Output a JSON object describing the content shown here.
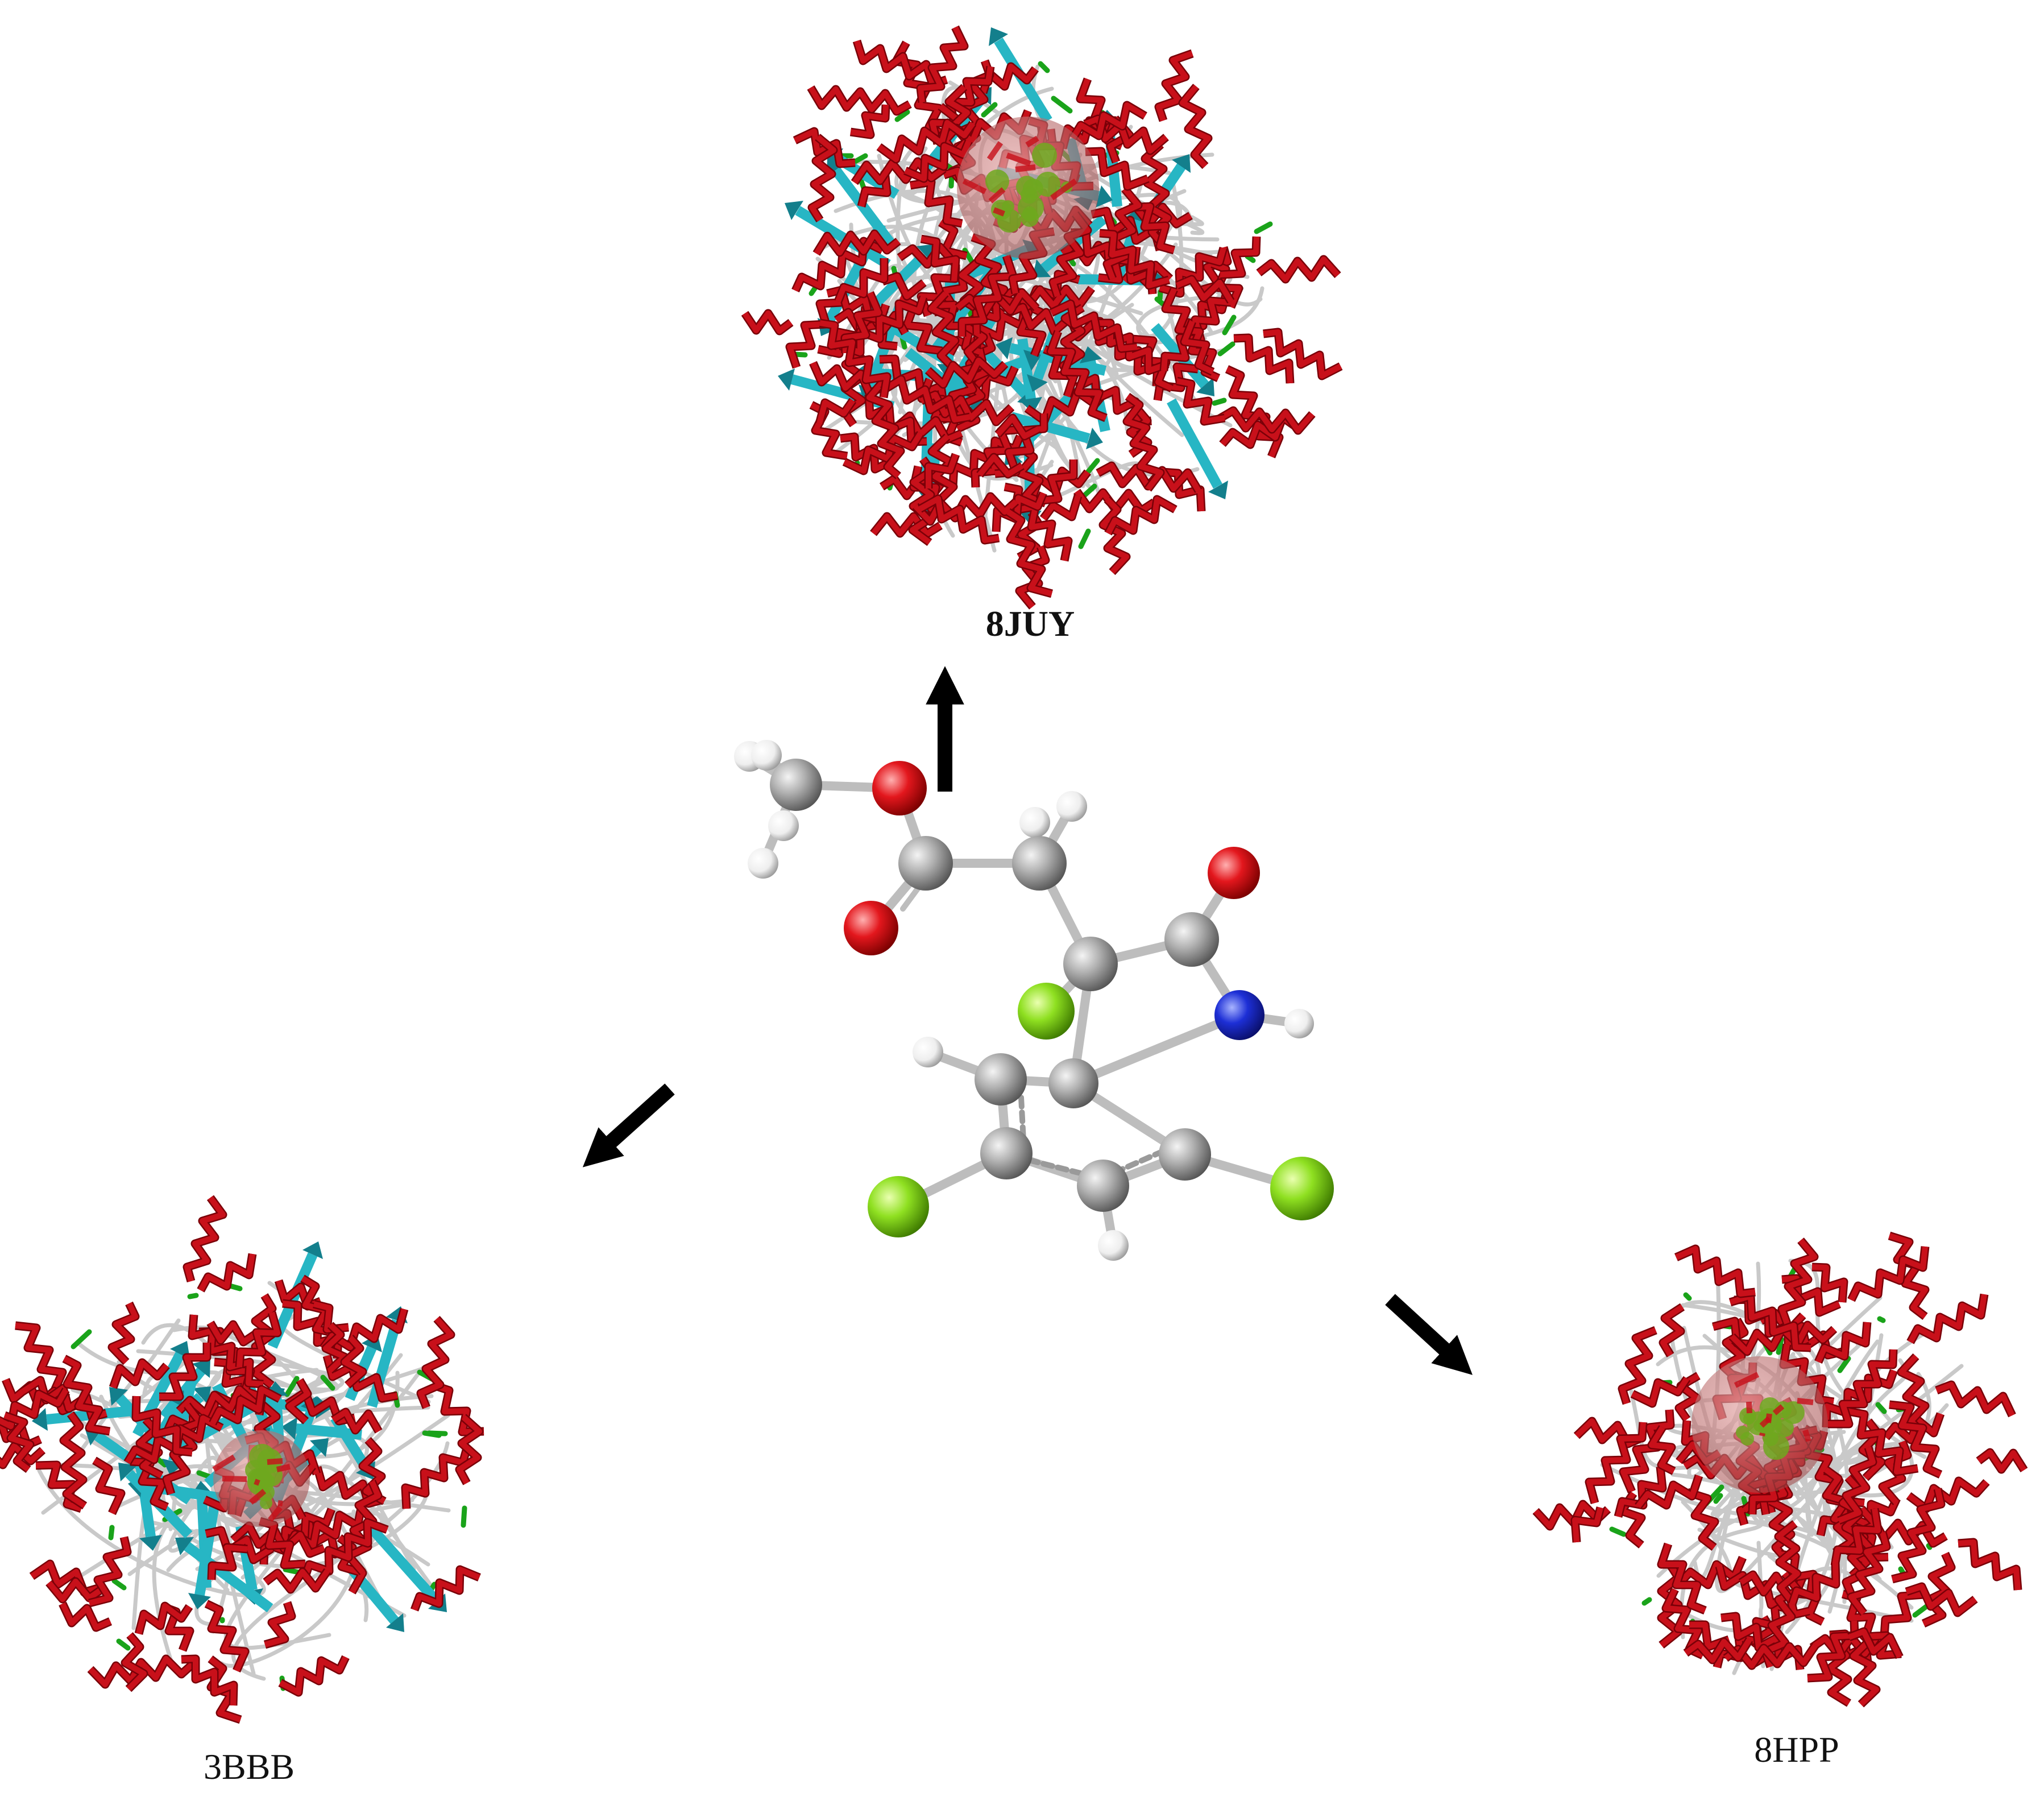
{
  "labels": {
    "top_protein": "8JUY",
    "left_protein": "3BBB",
    "right_protein": "8HPP"
  },
  "colors": {
    "helix": "#c8101a",
    "helix_dark": "#7a0008",
    "sheet": "#27b6c4",
    "sheet_dark": "#137f8c",
    "coil": "#c9c9c9",
    "turn": "#1aa31a",
    "binding_sphere": "#c97a7a",
    "ligand_core": "#6fa81e",
    "carbon": "#a9a9a9",
    "oxygen": "#e3171d",
    "nitrogen": "#1d2fd6",
    "hydrogen": "#f2f2f2",
    "chlorine": "#8fe021",
    "arrow": "#000000"
  },
  "icons": {
    "molecule": "ball-and-stick-molecule-icon",
    "protein": "ribbon-protein-structure-icon",
    "arrow": "arrow-icon"
  }
}
